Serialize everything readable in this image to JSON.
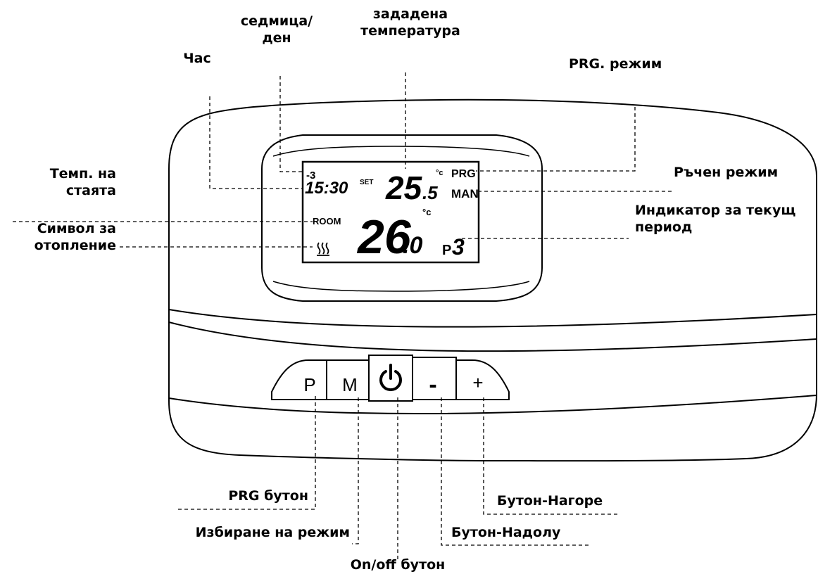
{
  "lcd": {
    "day": "-3",
    "time": "15:30",
    "set_label": "SET",
    "set_temp_int": "25",
    "set_temp_dec": ".5",
    "set_unit": "°c",
    "prg_label": "PRG",
    "man_label": "MAN",
    "room_label": "ROOM",
    "room_temp_int": "26",
    "room_temp_dec": ".0",
    "room_unit": "°c",
    "period_prefix": "P",
    "period_number": "3"
  },
  "buttons": {
    "p": "P",
    "m": "M",
    "power_icon": "power-icon",
    "minus": "-",
    "plus": "+"
  },
  "labels": {
    "hour": "Час",
    "week_day_1": "седмица/",
    "week_day_2": "ден",
    "set_temp_1": "зададена",
    "set_temp_2": "температура",
    "prg_mode": "PRG. режим",
    "room_temp_1": "Темп. на",
    "room_temp_2": "стаята",
    "manual_mode": "Ръчен режим",
    "period_indicator_1": "Индикатор за текущ",
    "period_indicator_2": "период",
    "heating_symbol_1": "Символ за",
    "heating_symbol_2": "отопление",
    "prg_button": "PRG бутон",
    "mode_select": "Избиране на режим",
    "onoff_button": "On/off бутон",
    "down_button": "Бутон-Надолу",
    "up_button": "Бутон-Нагоре"
  }
}
